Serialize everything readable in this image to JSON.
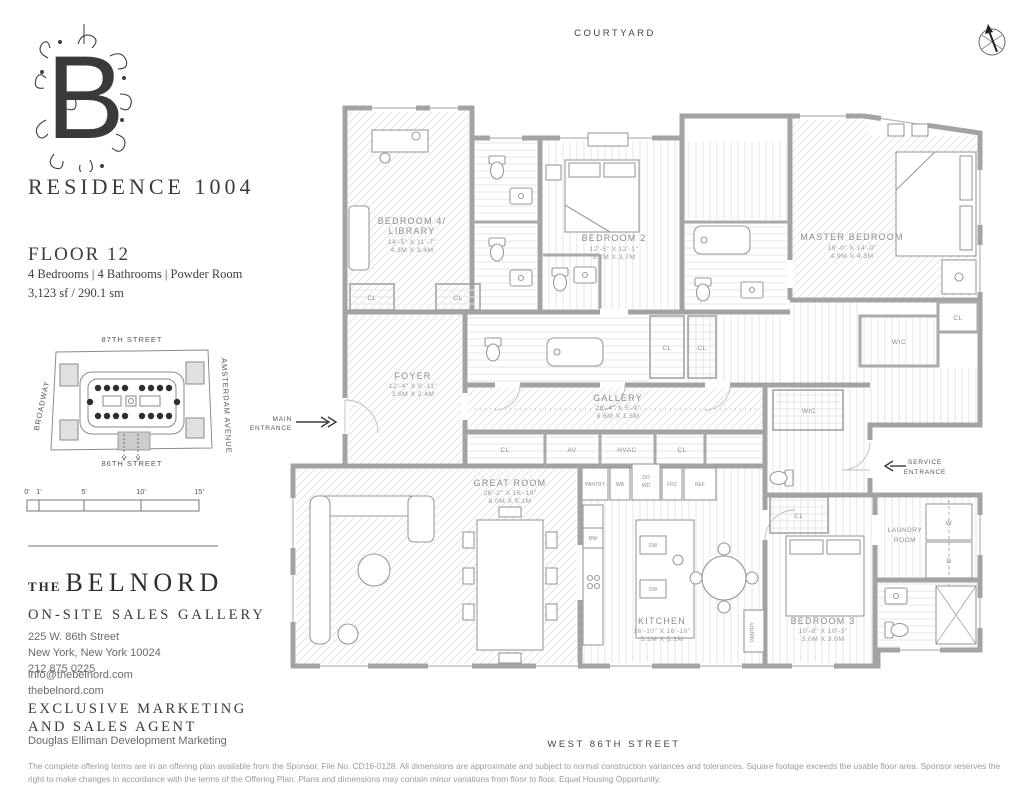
{
  "header": {
    "courtyard_label": "COURTYARD",
    "street_label": "WEST 86TH STREET"
  },
  "sidebar": {
    "logo_letter": "B",
    "residence_title": "RESIDENCE 1004",
    "floor_label": "FLOOR 12",
    "features": "4 Bedrooms  |  4 Bathrooms  |  Powder Room",
    "area": "3,123 sf / 290.1 sm",
    "site_map": {
      "north_street": "87TH STREET",
      "south_street": "86TH STREET",
      "west_street": "BROADWAY",
      "east_street": "AMSTERDAM AVENUE"
    },
    "scale_ticks": [
      "0'",
      "1'",
      "5'",
      "10'",
      "15'"
    ],
    "brand_the": "THE",
    "brand_name": "BELNORD",
    "gallery_heading": "ON-SITE SALES GALLERY",
    "address_line1": "225 W. 86th Street",
    "address_line2": "New York, New York 10024",
    "phone": "212 875 0225",
    "email": "info@thebelnord.com",
    "website": "thebelnord.com",
    "agent_heading1": "EXCLUSIVE MARKETING",
    "agent_heading2": "AND SALES AGENT",
    "agent_name": "Douglas Elliman Development Marketing"
  },
  "plan": {
    "entrances": {
      "main1": "MAIN",
      "main2": "ENTRANCE",
      "service1": "SERVICE",
      "service2": "ENTRANCE"
    },
    "rooms": {
      "bedroom4": {
        "name1": "BEDROOM 4/",
        "name2": "LIBRARY",
        "dims": "14'-5\" X 11'-7\"",
        "metric": "4.3M X 3.4M"
      },
      "bedroom2": {
        "name": "BEDROOM 2",
        "dims": "12'-5\" X 12'-1\"",
        "metric": "3.7M X 3.7M"
      },
      "master": {
        "name": "MASTER BEDROOM",
        "dims": "16'-0\" X 14'-0\"",
        "metric": "4.9M X 4.3M"
      },
      "foyer": {
        "name": "FOYER",
        "dims": "12'-4\" X 8'-11\"",
        "metric": "3.8M X 2.4M"
      },
      "gallery": {
        "name": "GALLERY",
        "dims": "28'-4\" X 5'-0\"",
        "metric": "8.6M X 1.5M"
      },
      "great_room": {
        "name": "GREAT ROOM",
        "dims": "26'-2\" X 16'-10\"",
        "metric": "8.0M X 5.1M"
      },
      "kitchen": {
        "name": "KITCHEN",
        "dims": "16'-10\" X 16'-10\"",
        "metric": "5.1M X 5.1M"
      },
      "bedroom3": {
        "name": "BEDROOM 3",
        "dims": "10'-8\" X 10'-3\"",
        "metric": "3.0M X 3.0M"
      },
      "laundry": {
        "name1": "LAUNDRY",
        "name2": "ROOM"
      }
    },
    "labels": {
      "cl": "CL",
      "wic": "WIC",
      "av": "AV",
      "hvac": "HVAC",
      "pantry": "PANTRY",
      "wr": "WR",
      "do": "DO",
      "wd": "WD",
      "frz": "FRZ",
      "ref": "REF",
      "mw": "MW",
      "dw": "DW",
      "w": "W",
      "d": "D"
    }
  },
  "disclaimer": "The complete offering terms are in an offering plan available from the Sponsor. File No. CD16-0128. All dimensions are approximate and subject to normal construction variances and tolerances. Square footage exceeds the usable floor area. Sponsor reserves the right to make changes in accordance with the terms of the Offering Plan. Plans and dimensions may contain minor variations from floor to floor. Equal Housing Opportunity.",
  "colors": {
    "wall": "#a3a3a3",
    "label_text": "#8d8d8d",
    "ink": "#3c3c3c",
    "hatch": "#e2e2e2"
  }
}
